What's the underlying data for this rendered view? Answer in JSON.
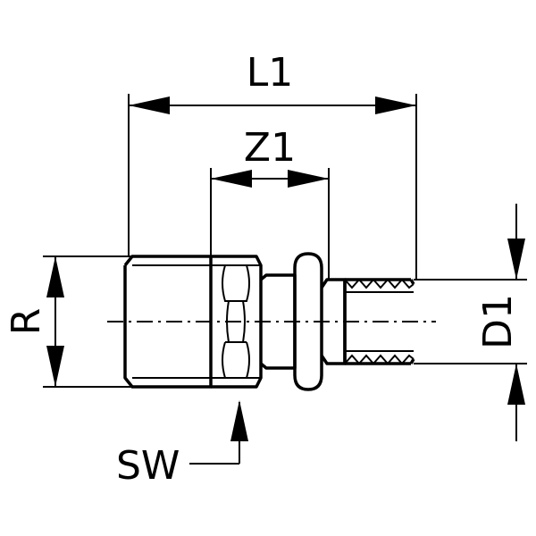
{
  "dimensions": {
    "overall_length": "L1",
    "insertion_depth": "Z1",
    "thread_size": "R",
    "pipe_outer_diameter": "D1",
    "wrench_size": "SW"
  }
}
